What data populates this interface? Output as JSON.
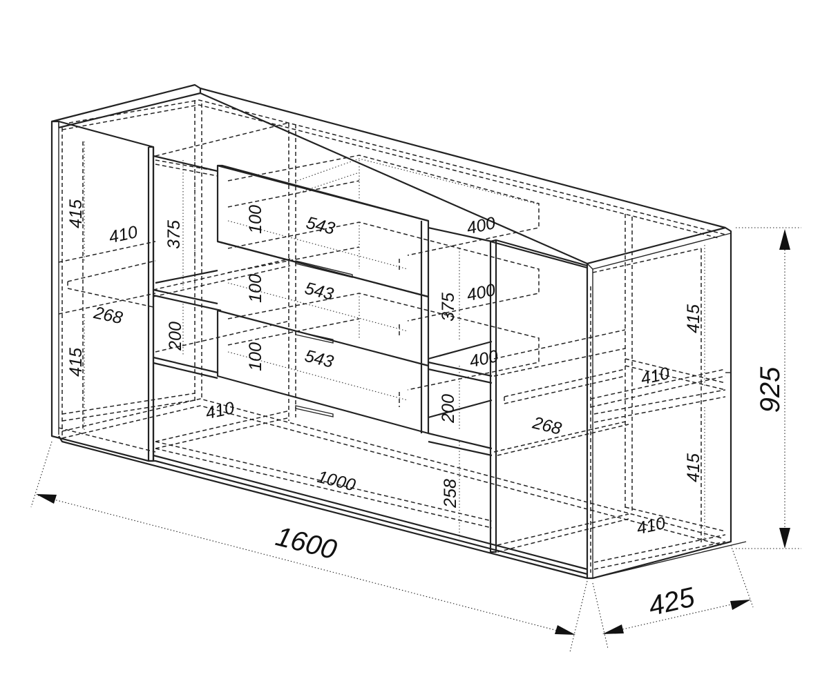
{
  "overall": {
    "width": "1600",
    "depth": "425",
    "height": "925"
  },
  "left_section": {
    "upper_height": "415",
    "lower_height": "415",
    "upper_shelf_depth": "410",
    "mid_shelf_depth": "268"
  },
  "center_section": {
    "upper_compartment_height": "375",
    "middle_compartment_height": "200",
    "drawer_heights": [
      "100",
      "100",
      "100"
    ],
    "drawer_widths": [
      "543",
      "543",
      "543"
    ],
    "lower_shelf_depth": "410",
    "lower_opening_width": "1000"
  },
  "right_inner_section": {
    "drawer_depths": [
      "400",
      "400",
      "400"
    ],
    "upper_compartment_height": "375",
    "middle_compartment_height": "200",
    "plinth_opening_height": "258",
    "shelf_depth": "268"
  },
  "right_section": {
    "upper_height": "415",
    "lower_height": "415",
    "upper_shelf_depth": "410",
    "lower_shelf_depth": "410"
  }
}
